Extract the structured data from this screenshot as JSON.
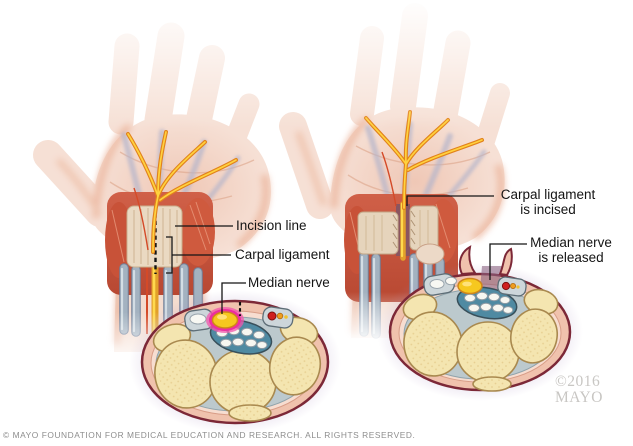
{
  "annotations": {
    "incision_line": "Incision line",
    "carpal_ligament": "Carpal ligament",
    "median_nerve": "Median nerve",
    "carpal_ligament_incised": {
      "line1": "Carpal ligament",
      "line2": "is incised"
    },
    "median_nerve_released": {
      "line1": "Median nerve",
      "line2": "is released"
    }
  },
  "watermark": {
    "line1": "©2016",
    "line2": "MAYO"
  },
  "footer": {
    "copyright": "© MAYO FOUNDATION FOR MEDICAL EDUCATION AND RESEARCH. ALL RIGHTS RESERVED."
  },
  "colors": {
    "median_nerve_yellow": "#F6C81F",
    "nerve_outline_orange": "#D0861B",
    "compressed_nerve_ring_magenta": "#ED2F9F",
    "carpal_bone_cream": "#F4E5B0",
    "bone_outline_tan": "#A9894F",
    "tendon_sheath_blue": "#4F8AA2",
    "flexor_tendon_white": "#F7F7F1",
    "skin_pink": "#F0C2AD",
    "section_outline_maroon": "#7C2837",
    "muscle_red": "#C85238",
    "ligament_cream": "#EAD9C2",
    "forearm_tendon_gray": "#A3B2C0",
    "glow_lavender": "#A78CBE",
    "label_text": "#141414",
    "footer_gray": "#8D8D8D",
    "watermark_gray": "#C8C6C3"
  }
}
